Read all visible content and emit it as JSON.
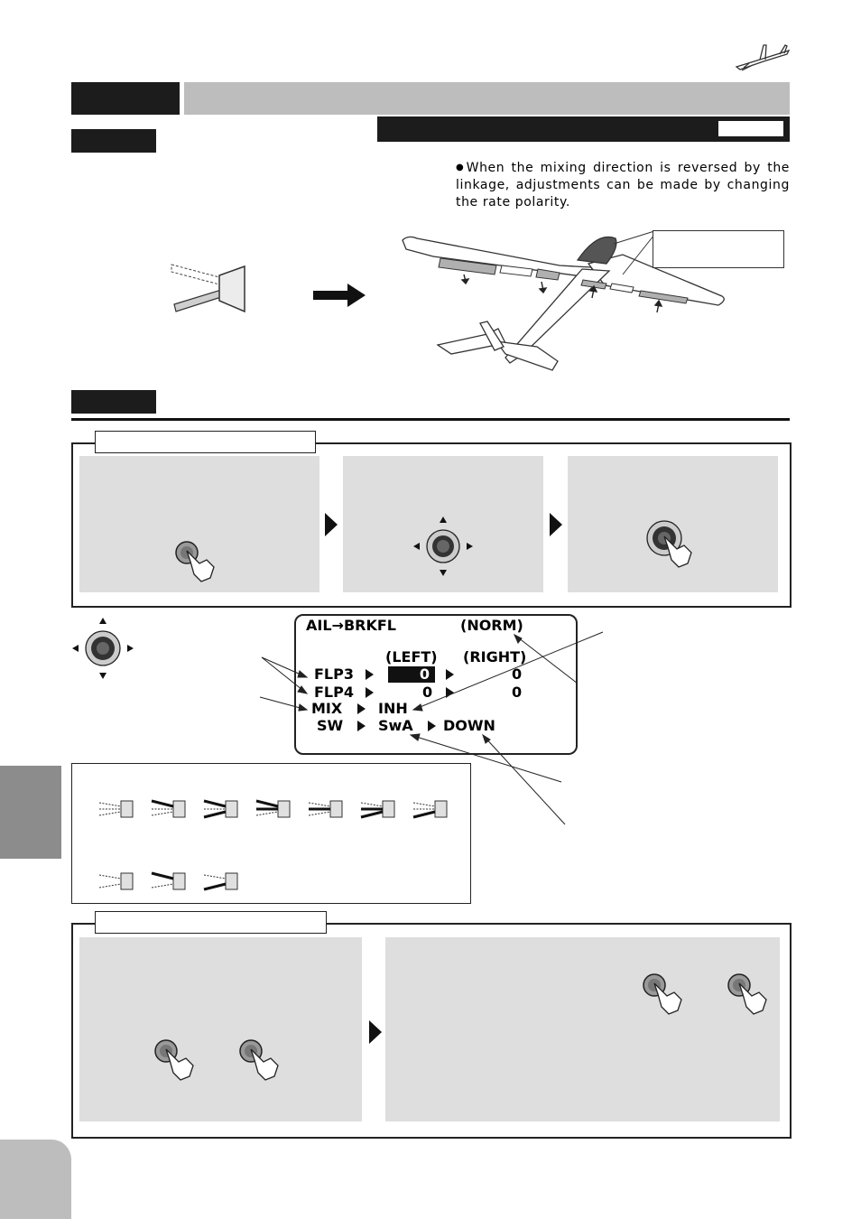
{
  "intro": {
    "bullet": "●",
    "text": "When the mixing direction is reversed by the linkage, adjustments can be made by changing the rate polarity."
  },
  "lcd": {
    "title": "AIL→BRKFL",
    "mode": "(NORM)",
    "col_left": "(LEFT)",
    "col_right": "(RIGHT)",
    "rows": [
      {
        "name": "FLP3",
        "left": "0",
        "right": "0"
      },
      {
        "name": "FLP4",
        "left": "0",
        "right": "0"
      }
    ],
    "mix_label": "MIX",
    "mix_value": "INH",
    "sw_label": "SW",
    "sw_value": "SwA",
    "sw_dir": "DOWN"
  },
  "colors": {
    "header_black": "#1c1c1c",
    "header_gray": "#bdbdbd",
    "panel_gray": "#dedede",
    "side_tab": "#8c8c8c"
  },
  "icons": [
    "glider-logo-icon",
    "stick-icon",
    "arrow-right-icon",
    "airplane-icon",
    "push-button-icon",
    "jog-dial-icon",
    "switch-lever-icon"
  ]
}
